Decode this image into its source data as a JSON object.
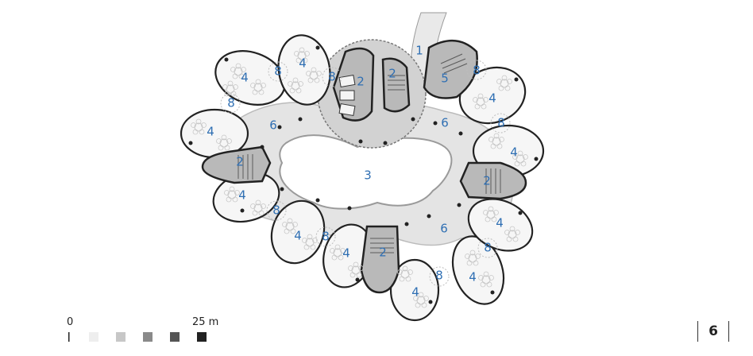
{
  "plan": {
    "labels": {
      "access": "1",
      "core": "2",
      "atrium": "3",
      "room": "4",
      "service": "5",
      "corridor": "6",
      "balcony": "8"
    }
  },
  "scale_bar": {
    "start": "0",
    "end": "25 m",
    "shades": [
      "#eeeeee",
      "#c7c7c7",
      "#8a8a8a",
      "#555555",
      "#222222"
    ]
  },
  "page": {
    "number": "6"
  },
  "colors": {
    "label": "#2f6fb3",
    "outline": "#222222",
    "floor": "#e6e6e6",
    "core": "#b9b9b9",
    "room": "#f6f6f6"
  }
}
